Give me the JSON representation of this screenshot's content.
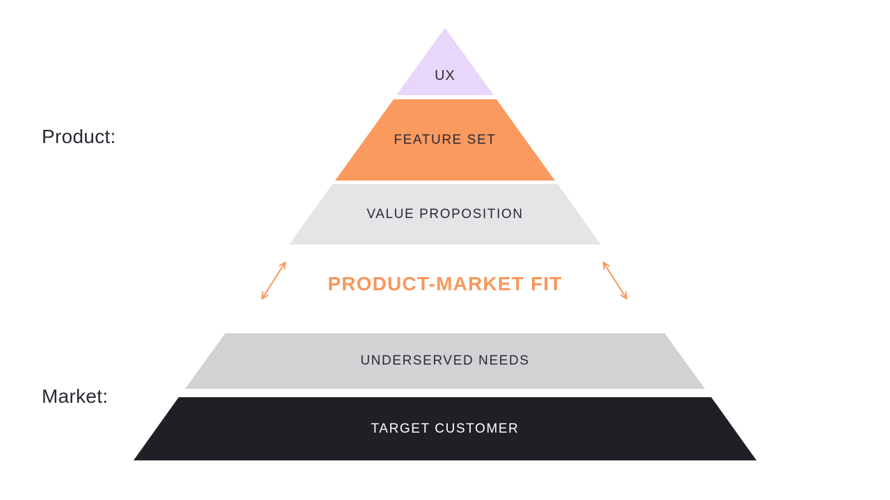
{
  "side_labels": {
    "product": "Product:",
    "market": "Market:"
  },
  "pyramid": {
    "layers": [
      {
        "id": "ux",
        "label": "UX",
        "color": "#E8D7FA",
        "text_color": "#2B2833"
      },
      {
        "id": "feature-set",
        "label": "FEATURE SET",
        "color": "#FA9A5F",
        "text_color": "#2B2833"
      },
      {
        "id": "value-proposition",
        "label": "VALUE PROPOSITION",
        "color": "#E6E4E7",
        "text_color": "#2B2833"
      },
      {
        "id": "underserved-needs",
        "label": "UNDERSERVED NEEDS",
        "color": "#D3D1D4",
        "text_color": "#2B2833"
      },
      {
        "id": "target-customer",
        "label": "TARGET CUSTOMER",
        "color": "#211E26",
        "text_color": "#FFFFFF"
      }
    ]
  },
  "pmf": {
    "label": "PRODUCT-MARKET FIT",
    "color": "#F9975C"
  },
  "colors": {
    "background": "#FFFFFF",
    "text_dark": "#2B2833",
    "accent": "#F9975C"
  }
}
